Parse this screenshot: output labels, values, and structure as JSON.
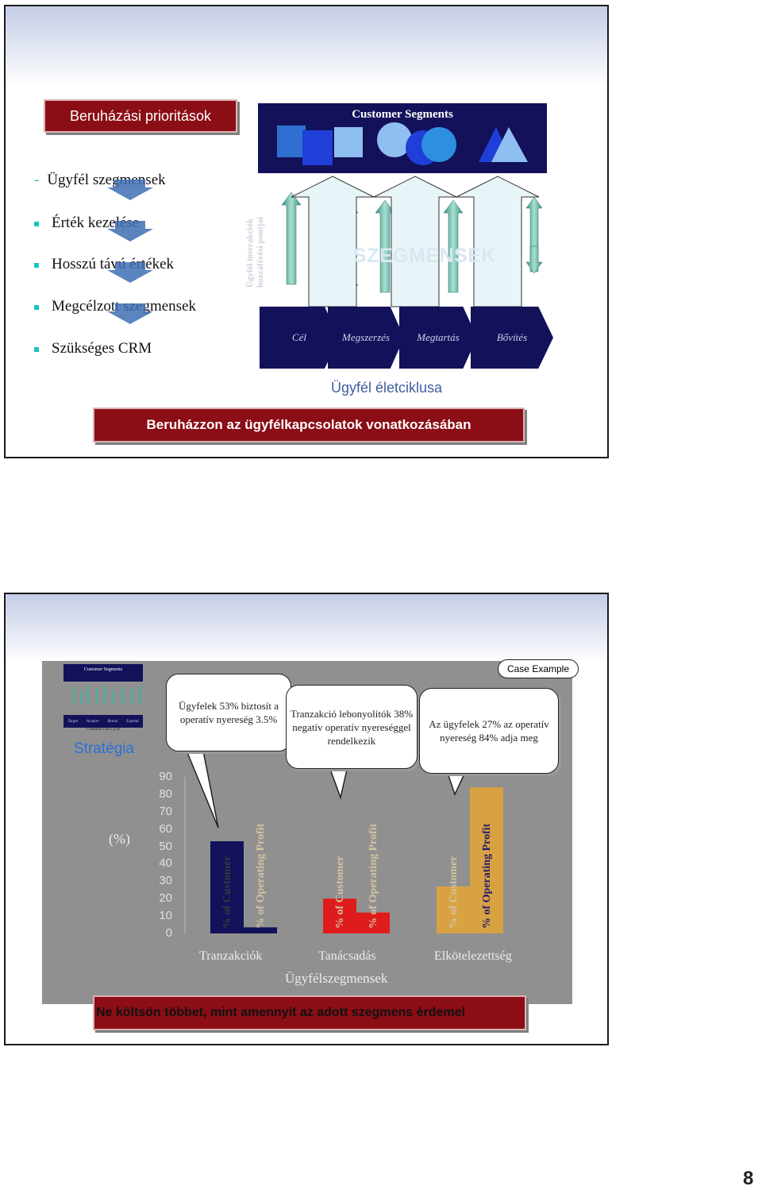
{
  "slide1": {
    "priorities_button": "Beruházási prioritások",
    "customer_segments_title": "Customer Segments",
    "bullets": [
      "Ügyfél szegmensek",
      "Érték kezelése",
      "Hosszú távú értékek",
      "Megcélzott szegmensek",
      "Szükséges CRM"
    ],
    "vertical_label": "Ügyfél interakciók hozzáférési pontjai",
    "segments_watermark": "SZEGMENSEK",
    "lifecycle_steps": [
      "Cél",
      "Megszerzés",
      "Megtartás",
      "Bővítés"
    ],
    "lifecycle_caption": "Ügyfél életciklusa",
    "invest_button": "Beruházzon az ügyfélkapcsolatok vonatkozásában"
  },
  "slide2": {
    "case_example": "Case Example",
    "mini_title": "Customer Segments",
    "mini_steps": [
      "Target",
      "Acquire",
      "Retain",
      "Expand"
    ],
    "mini_caption": "Customer Life Cycle",
    "strategy": "Stratégia",
    "percent_label": "(%)",
    "callouts": [
      "Ügyfelek 53% biztosít a operatív nyereség 3.5%",
      "Tranzakció lebonyolítók 38% negatív operatív nyereséggel rendelkezik",
      "Az ügyfelek 27% az operatív nyereség  84% adja meg"
    ],
    "bottom_button": "Ne költsön többet, mint amennyit az adott szegmens érdemel"
  },
  "chart_data": {
    "type": "bar",
    "categories": [
      "Tranzakciók",
      "Tanácsadás",
      "Elkötelezettség"
    ],
    "series": [
      {
        "name": "% of Customer",
        "values": [
          53,
          20,
          27
        ]
      },
      {
        "name": "% of Operating Profit",
        "values": [
          3.5,
          12,
          84
        ]
      }
    ],
    "bar_labels": [
      "% of Customer",
      "% of Operating Profit",
      "% of Customer",
      "% of Operating Profit",
      "% of Customer",
      "% of Operating Profit"
    ],
    "ylim": [
      0,
      90
    ],
    "yticks": [
      90,
      80,
      70,
      60,
      50,
      40,
      30,
      20,
      10,
      0
    ],
    "xlabel": "Ügyfélszegmensek",
    "ylabel": "(%)",
    "colors": {
      "Tranzakciók": "#12115a",
      "Tanácsadás": "#e01b1b",
      "Elkötelezettség": "#d8a243"
    }
  },
  "page_number": "8"
}
